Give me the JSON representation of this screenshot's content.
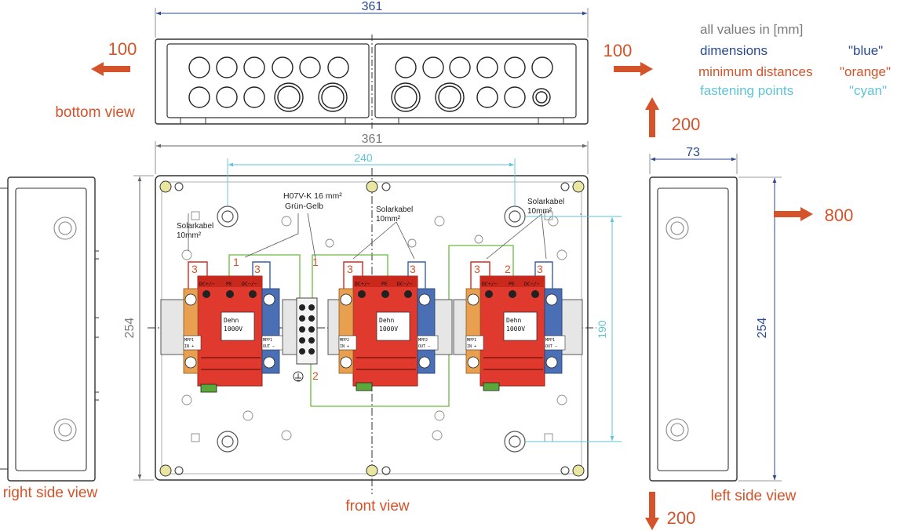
{
  "legend": {
    "title": "all values in [mm]",
    "rows": [
      {
        "label": "dimensions",
        "value": "\"blue\""
      },
      {
        "label": "minimum distances",
        "value": "\"orange\""
      },
      {
        "label": "fastening points",
        "value": "\"cyan\""
      }
    ]
  },
  "views": {
    "bottom": "bottom view",
    "front": "front view",
    "right_side": "right side view",
    "left_side": "left side view"
  },
  "dimensions": {
    "top_width": "361",
    "front_width": "361",
    "front_height": "254",
    "side_depth": "73",
    "side_height": "254",
    "fastening_width": "240",
    "fastening_height": "190"
  },
  "distances": {
    "left": "100",
    "right": "100",
    "top": "200",
    "bottom": "200",
    "side": "800"
  },
  "labels": {
    "cable_earth_1": "H07V-K 16 mm²",
    "cable_earth_2": "Grün-Gelb",
    "solar_1a": "Solarkabel",
    "solar_1b": "10mm²",
    "solar_2a": "Solarkabel",
    "solar_2b": "10mm²",
    "solar_3a": "Solarkabel",
    "solar_3b": "10mm²",
    "brand": "Dehn",
    "voltage": "1000V",
    "dc_plus": "DC+/−",
    "pe": "PE",
    "dc_minus": "DC−/−",
    "mpp1": "MPP1",
    "mpp2": "MPP2",
    "in": "IN +",
    "out": "OUT −",
    "n1": "1",
    "n2": "2",
    "n3": "3"
  },
  "colors": {
    "dimension": "#2b4a8c",
    "minimum": "#d4532a",
    "fastening": "#5ec4d6",
    "module": "#e03a2e",
    "earth": "#6cbb3c"
  }
}
